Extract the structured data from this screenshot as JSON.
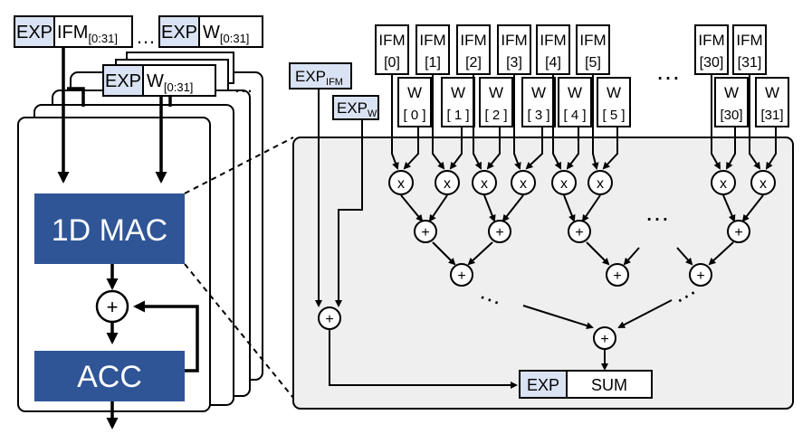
{
  "colors": {
    "block_fill": "#2f5597",
    "exp_fill": "#dae3f3",
    "panel_fill": "#efefef",
    "line": "#000000",
    "block_text": "#ffffff"
  },
  "left": {
    "exp": "EXP",
    "ifm_prefix": "IFM",
    "ifm_range": "[0:31]",
    "w_prefix": "W",
    "w_range": "[0:31]",
    "mac_label": "1D MAC",
    "acc_label": "ACC",
    "adder_symbol": "+",
    "ellipsis": "…"
  },
  "right": {
    "exp_ifm_prefix": "EXP",
    "exp_ifm_sub": "IFM",
    "exp_w_prefix": "EXP",
    "exp_w_sub": "W",
    "ifm_label": "IFM",
    "w_label": "W",
    "ifm_indices": [
      "[0]",
      "[1]",
      "[2]",
      "[3]",
      "[4]",
      "[5]",
      "[30]",
      "[31]"
    ],
    "w_indices": [
      "[ 0 ]",
      "[ 1 ]",
      "[ 2 ]",
      "[ 3 ]",
      "[ 4 ]",
      "[ 5 ]",
      "[30]",
      "[31]"
    ],
    "mult_symbol": "x",
    "add_symbol": "+",
    "ellipsis": "…",
    "out_exp": "EXP",
    "out_sum": "SUM"
  }
}
